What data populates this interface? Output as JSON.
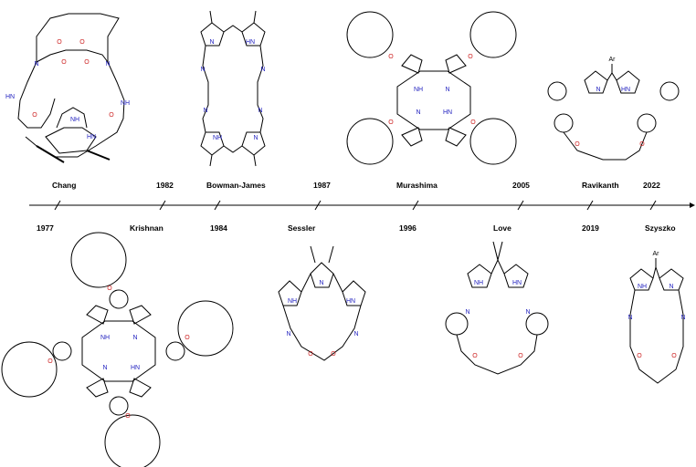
{
  "timeline": {
    "events": [
      {
        "year": "1977",
        "author": "Chang"
      },
      {
        "year": "1982",
        "author": "Krishnan"
      },
      {
        "year": "1984",
        "author": "Bowman-James"
      },
      {
        "year": "1987",
        "author": "Sessler"
      },
      {
        "year": "1996",
        "author": "Murashima"
      },
      {
        "year": "2005",
        "author": "Love"
      },
      {
        "year": "2019",
        "author": "Ravikanth"
      },
      {
        "year": "2022",
        "author": "Szyszko"
      }
    ]
  },
  "atoms": {
    "nitrogen": "N",
    "nh": "NH",
    "hn": "HN",
    "oxygen": "O",
    "aryl": "Ar"
  },
  "colors": {
    "line": "#000000",
    "nitrogen": "#1f1fbf",
    "oxygen": "#cc1f1f"
  }
}
